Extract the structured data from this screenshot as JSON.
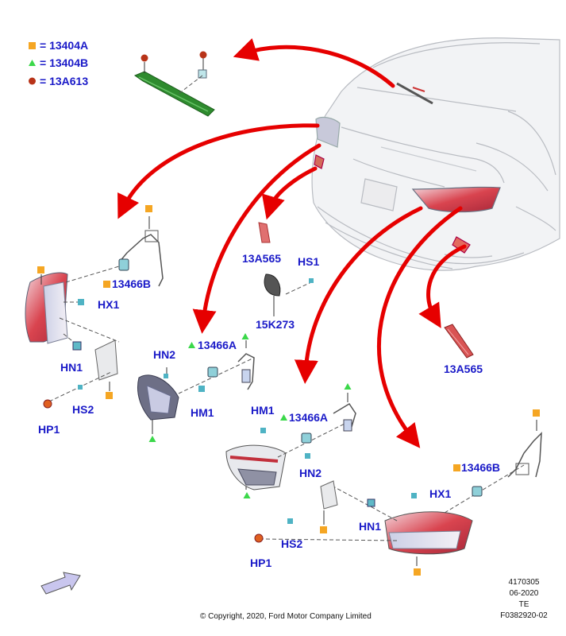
{
  "legend": [
    {
      "symbol": "square",
      "color": "#f5a623",
      "text": "= 13404A"
    },
    {
      "symbol": "triangle",
      "color": "#3bd84a",
      "text": "= 13404B"
    },
    {
      "symbol": "circle",
      "color": "#b83318",
      "text": "= 13A613"
    }
  ],
  "colors": {
    "label": "#1a1ac8",
    "arrow": "#e60000",
    "square": "#f5a623",
    "triangle": "#3bd84a",
    "circle": "#b83318"
  },
  "labels": {
    "hx1_left": "HX1",
    "hn1_left": "HN1",
    "hs2_left": "HS2",
    "hp1_left": "HP1",
    "part_13466b_left": "13466B",
    "hn2_mid": "HN2",
    "part_13466a_mid": "13466A",
    "hm1_mid": "HM1",
    "part_13a565_top": "13A565",
    "hs1": "HS1",
    "part_15k273": "15K273",
    "hm1_right": "HM1",
    "part_13466a_right": "13466A",
    "hn2_right": "HN2",
    "part_13a565_right": "13A565",
    "part_13466b_right": "13466B",
    "hx1_right": "HX1",
    "hn1_right": "HN1",
    "hs2_right": "HS2",
    "hp1_right": "HP1"
  },
  "footer": {
    "copyright": "© Copyright, 2020, Ford Motor Company Limited",
    "number": "4170305",
    "date": "06-2020",
    "code": "TE",
    "figure_id": "F0382920-02"
  }
}
